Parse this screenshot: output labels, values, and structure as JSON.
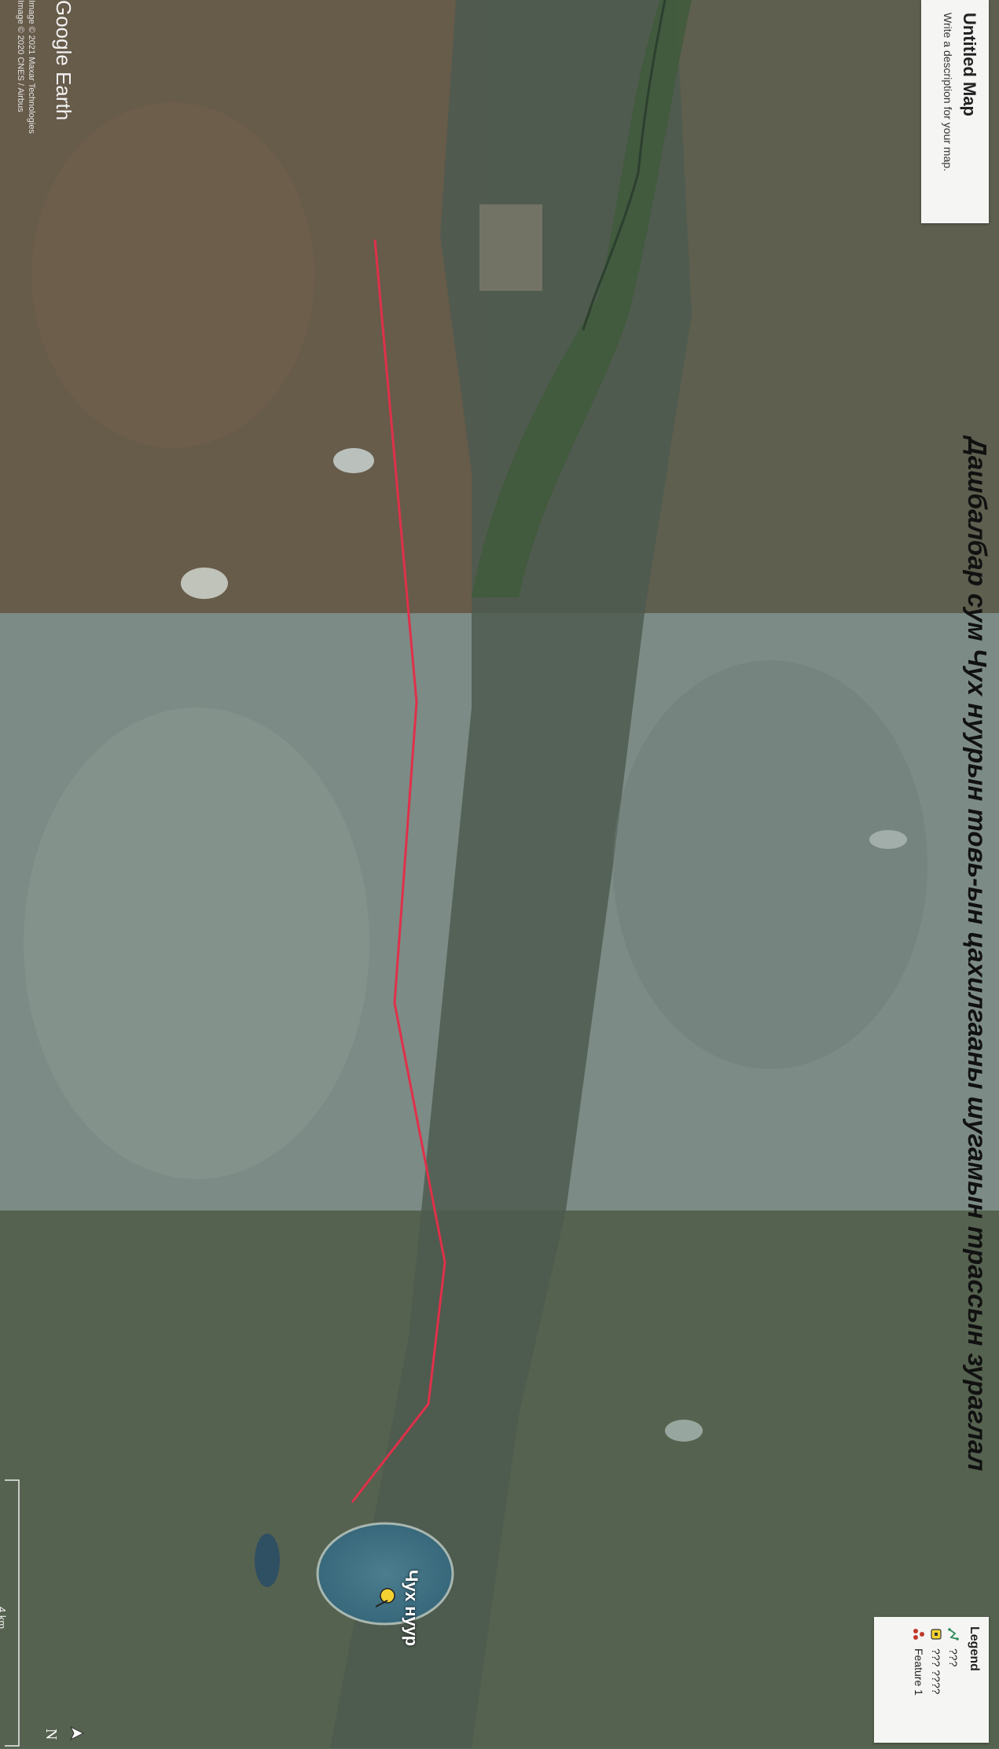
{
  "map": {
    "title": "Untitled Map",
    "description": "Write a description for your map.",
    "heading": "Дашбалбар сум Чух нуурын товь-ын цахилгааны шугамын трассын зураглал",
    "place_label": "Чух нуур",
    "scale_label": "4 km",
    "north_label": "N",
    "brand": "Google Earth",
    "credits": [
      "Image © 2021 Maxar Technologies",
      "Image © 2020 CNES / Airbus"
    ],
    "route_color": "#e0304a",
    "accent_color": "#f4d232"
  },
  "legend": {
    "title": "Legend",
    "items": [
      {
        "icon": "polyline-icon",
        "label": "???"
      },
      {
        "icon": "square-marker-icon",
        "label": "??? ????"
      },
      {
        "icon": "feature-dots-icon",
        "label": "Feature 1"
      }
    ]
  }
}
